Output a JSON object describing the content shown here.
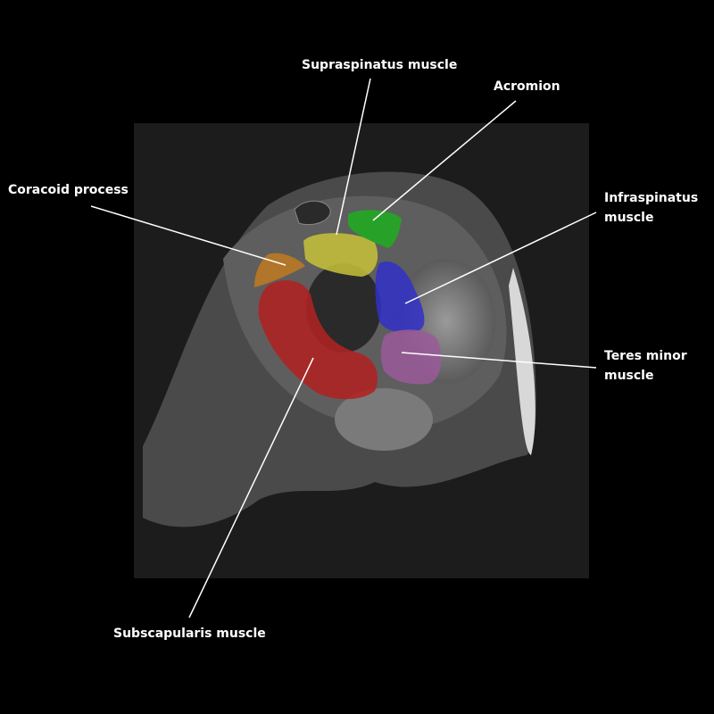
{
  "labels": {
    "supraspinatus": "Supraspinatus muscle",
    "acromion": "Acromion",
    "coracoid": "Coracoid process",
    "infraspinatus_1": "Infraspinatus",
    "infraspinatus_2": "muscle",
    "teres_1": "Teres minor",
    "teres_2": "muscle",
    "subscapularis": "Subscapularis muscle"
  },
  "colors": {
    "supraspinatus": "#c8c23a",
    "acromion": "#22a822",
    "coracoid": "#c07a20",
    "infraspinatus": "#3030c8",
    "teres_minor": "#9a5a9a",
    "subscapularis": "#b02222"
  }
}
